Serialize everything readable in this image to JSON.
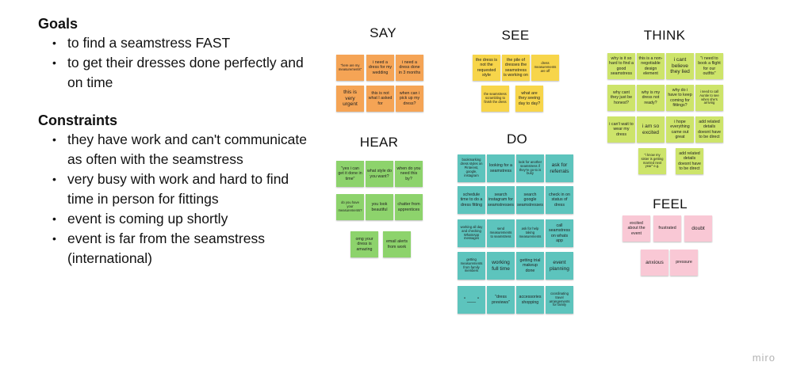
{
  "goals": {
    "title": "Goals",
    "items": [
      "to find a seamstress FAST",
      "to get their dresses done perfectly and on time"
    ]
  },
  "constraints": {
    "title": "Constraints",
    "items": [
      "they have work and can't communicate as often with the seamstress",
      "very busy with work and hard to find time in person for fittings",
      "event is coming up shortly",
      "event is far from the seamstress (international)"
    ]
  },
  "clusters": {
    "say": {
      "title": "SAY",
      "notes": [
        "\"here are my measurements\"",
        "i need a dress for my wedding",
        "i need a dress done in 3 months",
        "this is very urgent",
        "this is not what I asked for",
        "when can i pick up my dress?"
      ]
    },
    "see": {
      "title": "SEE",
      "notes": [
        "the dress is not the requested style",
        "the pile of dresses the seamstress is working on",
        "dress measurements are off",
        "the seamstress scrambling to finish the dress",
        "what are they seeing day to day?"
      ]
    },
    "think": {
      "title": "THINK",
      "notes": [
        "why is it so hard to find a good seamstress",
        "this is a non-negotiable design element",
        "i cant believe they lied",
        "\"i need to book a flight for our outfits\"",
        "why cant they just be honest?",
        "why is my dress not ready?",
        "why do i have to keep coming for fittings?",
        "i need to call Auntie to see when she's arriving",
        "i can't wait to wear my dress",
        "i am so excited",
        "i hope everything came out great",
        "add related details doesnt have to be direct",
        "\"i know my sister is getting married next year\" e.g.",
        "add related details doesnt have to be direct"
      ]
    },
    "hear": {
      "title": "HEAR",
      "notes": [
        "\"yes i can get it done in time\"",
        "what style do you want?",
        "when do you need this by?",
        "do you have your measurements?",
        "you look beautiful",
        "chatter from apprentices",
        "omg your dress is amazing",
        "email alerts from work"
      ]
    },
    "do": {
      "title": "DO",
      "notes": [
        "bookmarking dress styles on Pinterest, google, instagram",
        "looking for a seamstress",
        "look for another seamstress if they're go-to is busy",
        "ask for referrals",
        "schedule time to do a dress fitting",
        "search instagram for seamstresses",
        "search google seamstresses",
        "check in on status of dress",
        "working all day and checking WhatsApp messages",
        "send measurements to seamstress",
        "ask for help taking measurements",
        "call seamstress on whats app",
        "getting measurements from family members",
        "working full time",
        "getting trial makeup done",
        "event planning",
        "\" ___ \"",
        "\"dress previews\"",
        "accessories shopping",
        "coordinating travel arrangements for family"
      ]
    },
    "feel": {
      "title": "FEEL",
      "notes": [
        "excited about the event",
        "frustrated",
        "doubt",
        "anxious",
        "pressure"
      ]
    }
  },
  "brand": "miro",
  "colors": {
    "say": "#f5a455",
    "see": "#f7d54a",
    "think": "#cde46a",
    "hear": "#8dd36c",
    "do": "#5dc4bd",
    "feel": "#f9c8d5"
  }
}
